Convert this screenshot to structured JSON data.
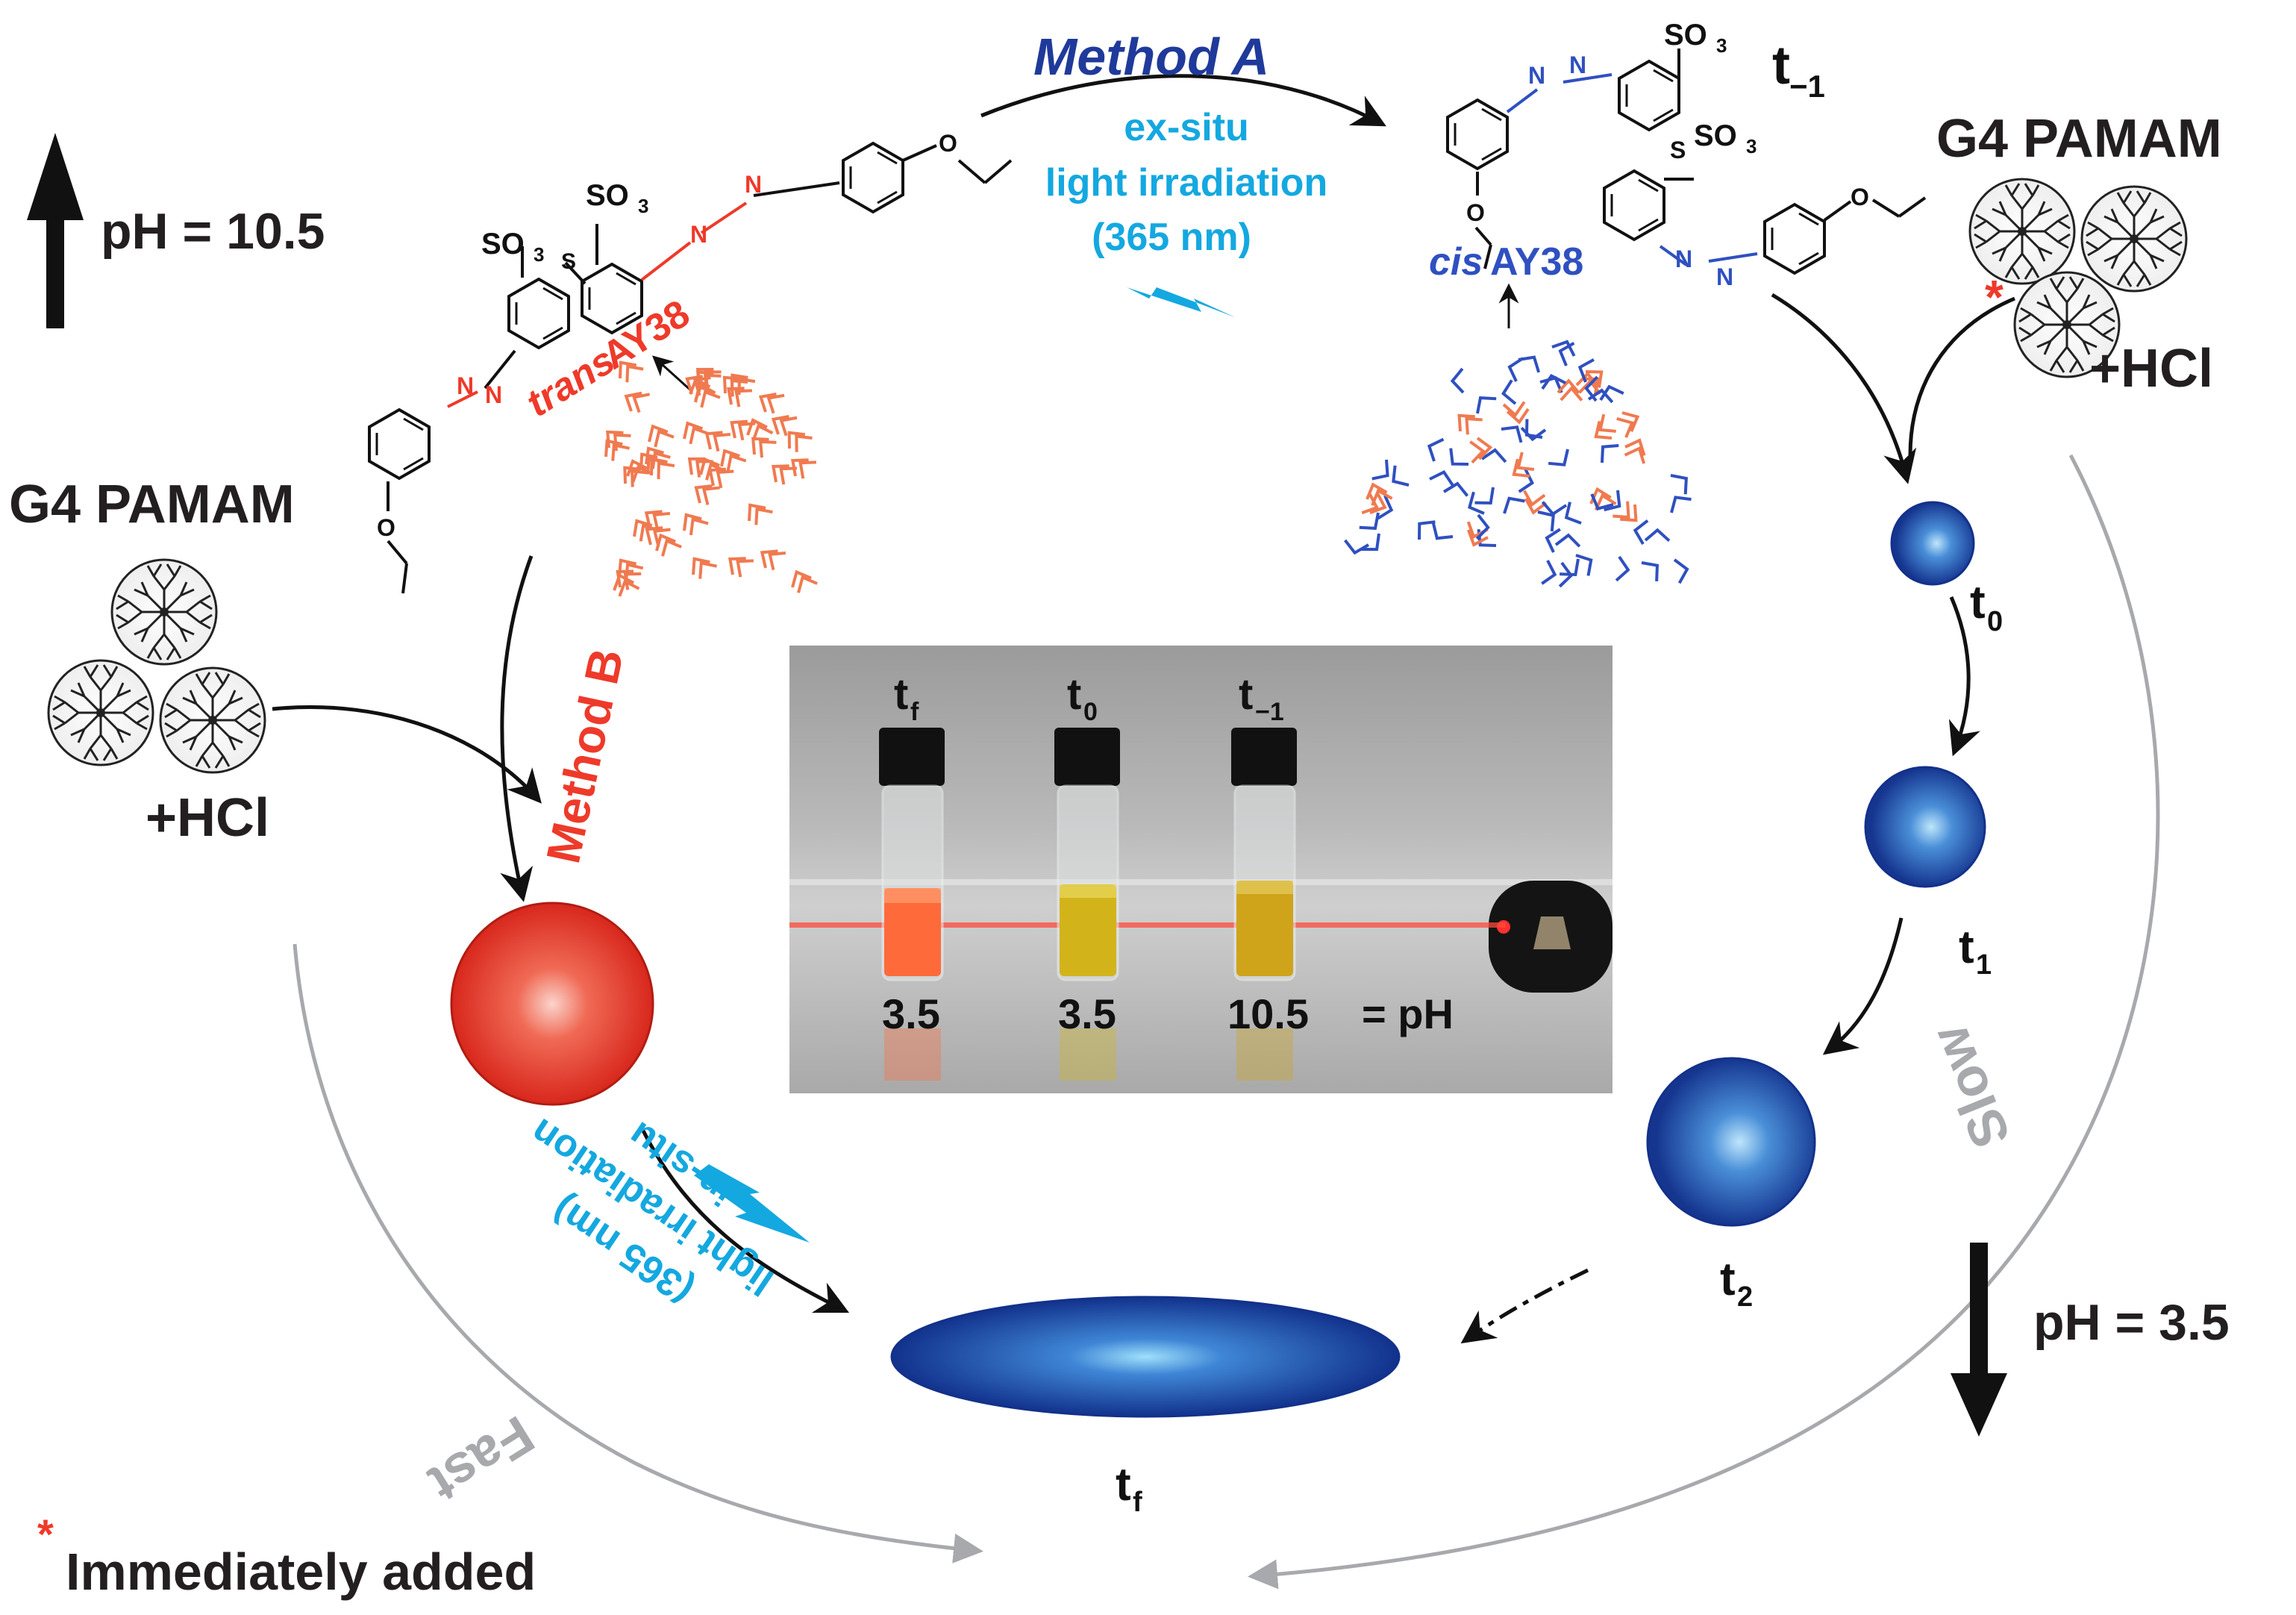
{
  "left": {
    "ph_up": "pH = 10.5",
    "pamam": "G4 PAMAM",
    "hcl": "+HCl",
    "trans_prefix": "trans",
    "trans_name": "AY38",
    "so3_a": "SO",
    "so3_b": "SO",
    "method_b": "Method B"
  },
  "top": {
    "method_a": "Method A",
    "exsitu_1": "ex-situ",
    "exsitu_2": "light irradiation",
    "exsitu_3": "(365 nm)"
  },
  "right": {
    "t_minus1": "t",
    "t_minus1_sub": "−1",
    "cis_prefix": "cis",
    "cis_name": "AY38",
    "so3_a": "SO",
    "so3_b": "SO",
    "pamam": "G4 PAMAM",
    "hcl": "+HCl",
    "asterisk": "*",
    "t0": "t",
    "t0_sub": "0",
    "t1": "t",
    "t1_sub": "1",
    "t2": "t",
    "t2_sub": "2",
    "slow": "Slow",
    "ph_down": "pH = 3.5"
  },
  "bottom": {
    "insitu_1": "(365 nm)",
    "insitu_2": "light irradiation",
    "insitu_3": "in-situ",
    "fast": "Fast",
    "tf": "t",
    "tf_sub": "f",
    "asterisk": "*",
    "note": "Immediately added"
  },
  "photo": {
    "vial_labels": [
      {
        "t": "t",
        "sub": "f"
      },
      {
        "t": "t",
        "sub": "0"
      },
      {
        "t": "t",
        "sub": "−1"
      }
    ],
    "ph_values": [
      "3.5",
      "3.5",
      "10.5"
    ],
    "ph_suffix": "= pH"
  },
  "colors": {
    "red_label": "#ee3a2a",
    "blue_label": "#1f3a9a",
    "cyan_label": "#14a8e0",
    "gray_arrow": "#a7a9ac",
    "orange_micelle": "#f07a50"
  }
}
